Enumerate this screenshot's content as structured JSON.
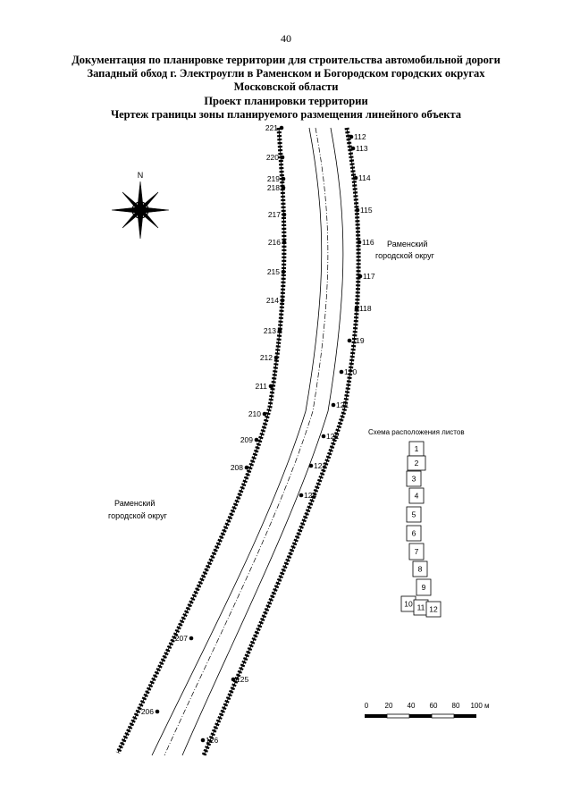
{
  "page_number": "40",
  "title_lines": [
    "Документация по планировке территории для строительства автомобильной дороги",
    "Западный обход г. Электроугли в Раменском и Богородском городских округах",
    "Московской области",
    "Проект планировки территории",
    "Чертеж границы зоны планируемого размещения линейного объекта"
  ],
  "north_label": "N",
  "district_labels": {
    "east_line1": "Раменский",
    "east_line2": "городской округ",
    "west_line1": "Раменский",
    "west_line2": "городской округ"
  },
  "left_points": [
    "221",
    "220",
    "219",
    "218",
    "217",
    "216",
    "215",
    "214",
    "213",
    "212",
    "211",
    "210",
    "209",
    "208",
    "207",
    "206"
  ],
  "right_points": [
    "112",
    "113",
    "114",
    "115",
    "116",
    "117",
    "118",
    "119",
    "120",
    "121",
    "122",
    "123",
    "124",
    "125",
    "126"
  ],
  "sheet_scheme": {
    "title": "Схема расположения листов",
    "sheets": [
      "1",
      "2",
      "3",
      "4",
      "5",
      "6",
      "7",
      "8",
      "9",
      "10",
      "11",
      "12"
    ]
  },
  "scale_bar": {
    "labels": [
      "0",
      "20",
      "40",
      "60",
      "80",
      "100 м"
    ]
  }
}
